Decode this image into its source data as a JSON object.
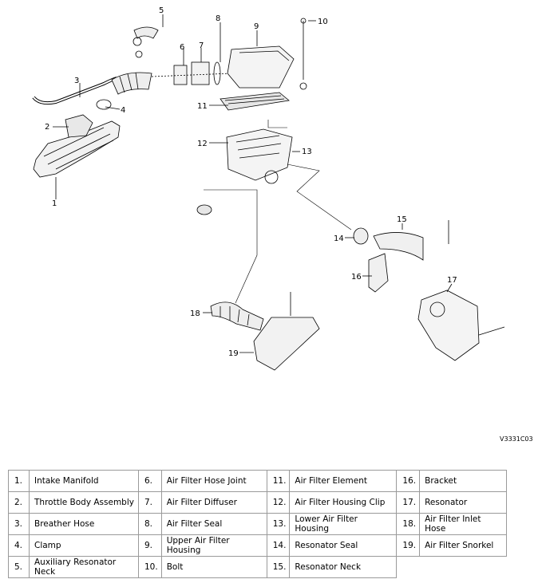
{
  "figure_id": "V3331C03",
  "callouts": [
    "1",
    "2",
    "3",
    "4",
    "5",
    "6",
    "7",
    "8",
    "9",
    "10",
    "11",
    "12",
    "13",
    "14",
    "15",
    "16",
    "17",
    "18",
    "19"
  ],
  "legend": [
    [
      {
        "num": "1.",
        "label": "Intake Manifold"
      },
      {
        "num": "6.",
        "label": "Air Filter Hose Joint"
      },
      {
        "num": "11.",
        "label": "Air Filter Element"
      },
      {
        "num": "16.",
        "label": "Bracket"
      }
    ],
    [
      {
        "num": "2.",
        "label": "Throttle Body Assembly"
      },
      {
        "num": "7.",
        "label": "Air Filter Diffuser"
      },
      {
        "num": "12.",
        "label": "Air Filter Housing Clip"
      },
      {
        "num": "17.",
        "label": "Resonator"
      }
    ],
    [
      {
        "num": "3.",
        "label": "Breather Hose"
      },
      {
        "num": "8.",
        "label": "Air Filter Seal"
      },
      {
        "num": "13.",
        "label": "Lower Air Filter Housing"
      },
      {
        "num": "18.",
        "label": "Air Filter Inlet Hose"
      }
    ],
    [
      {
        "num": "4.",
        "label": "Clamp"
      },
      {
        "num": "9.",
        "label": "Upper Air Filter Housing"
      },
      {
        "num": "14.",
        "label": "Resonator Seal"
      },
      {
        "num": "19.",
        "label": "Air Filter Snorkel"
      }
    ],
    [
      {
        "num": "5.",
        "label": "Auxiliary Resonator Neck"
      },
      {
        "num": "10.",
        "label": "Bolt"
      },
      {
        "num": "15.",
        "label": "Resonator Neck"
      },
      {
        "num": "",
        "label": ""
      }
    ]
  ]
}
